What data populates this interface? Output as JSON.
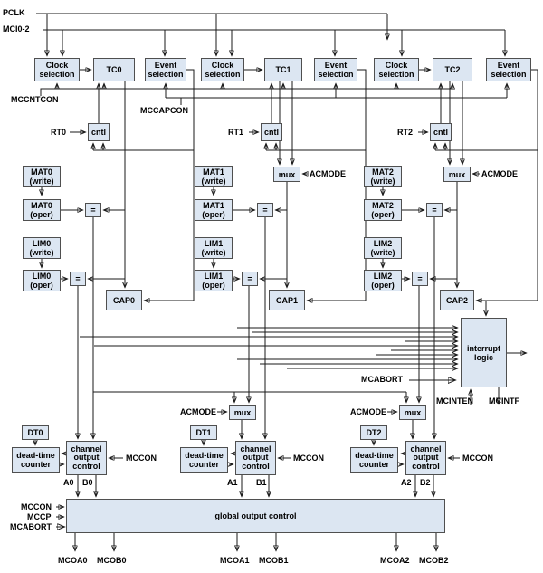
{
  "colors": {
    "background": "#ffffff",
    "box_fill": "#dce6f2",
    "box_border": "#4f4f4f",
    "wire": "#1a1a1a",
    "text": "#000000"
  },
  "blocks": {
    "clock_sel": "Clock selection",
    "event_sel": "Event selection",
    "tc0": "TC0",
    "tc1": "TC1",
    "tc2": "TC2",
    "cntl": "cntl",
    "mux": "mux",
    "eq": "=",
    "mat0_write": "MAT0 (write)",
    "mat0_oper": "MAT0 (oper)",
    "mat1_write": "MAT1 (write)",
    "mat1_oper": "MAT1 (oper)",
    "mat2_write": "MAT2 (write)",
    "mat2_oper": "MAT2 (oper)",
    "lim0_write": "LIM0 (write)",
    "lim0_oper": "LIM0 (oper)",
    "lim1_write": "LIM1 (write)",
    "lim1_oper": "LIM1 (oper)",
    "lim2_write": "LIM2 (write)",
    "lim2_oper": "LIM2 (oper)",
    "cap0": "CAP0",
    "cap1": "CAP1",
    "cap2": "CAP2",
    "interrupt_logic": "interrupt logic",
    "dt0": "DT0",
    "dt1": "DT1",
    "dt2": "DT2",
    "dead_time_counter": "dead-time counter",
    "channel_output_control": "channel output control",
    "global_output_control": "global output control"
  },
  "signals": {
    "pclk": "PCLK",
    "mci": "MCI0-2",
    "mccntcon": "MCCNTCON",
    "mccapcon": "MCCAPCON",
    "rt0": "RT0",
    "rt1": "RT1",
    "rt2": "RT2",
    "acmode": "ACMODE",
    "mcabort": "MCABORT",
    "mcinten": "MCINTEN",
    "mcintf": "MCINTF",
    "mccon": "MCCON",
    "mccp": "MCCP",
    "a0": "A0",
    "b0": "B0",
    "a1": "A1",
    "b1": "B1",
    "a2": "A2",
    "b2": "B2",
    "mcoa0": "MCOA0",
    "mcob0": "MCOB0",
    "mcoa1": "MCOA1",
    "mcob1": "MCOB1",
    "mcoa2": "MCOA2",
    "mcob2": "MCOB2"
  }
}
